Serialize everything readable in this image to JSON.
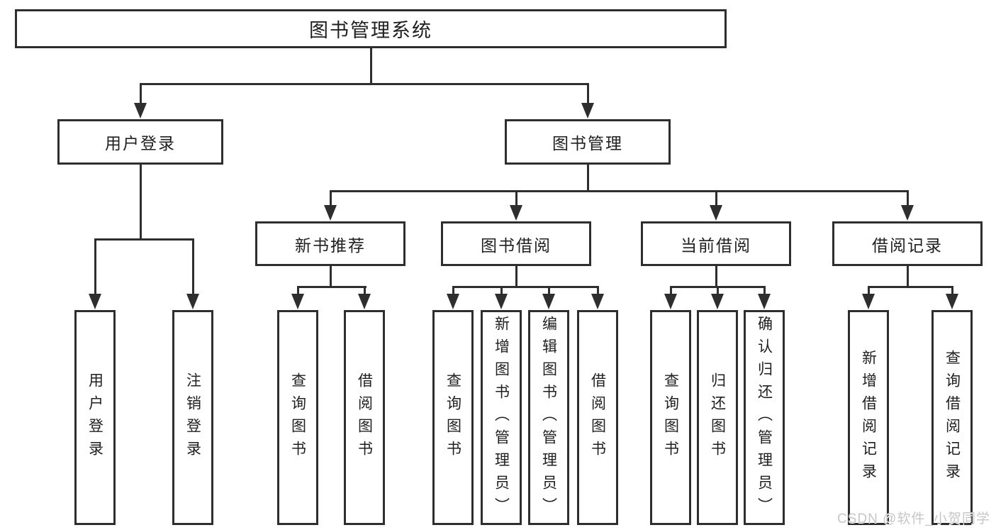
{
  "diagram": {
    "root": {
      "label": "图书管理系统"
    },
    "branches": [
      {
        "label": "用户登录",
        "children": [
          {
            "label": "用户登录"
          },
          {
            "label": "注销登录"
          }
        ]
      },
      {
        "label": "图书管理",
        "children": [
          {
            "label": "新书推荐",
            "children": [
              {
                "label": "查询图书"
              },
              {
                "label": "借阅图书"
              }
            ]
          },
          {
            "label": "图书借阅",
            "children": [
              {
                "label": "查询图书"
              },
              {
                "label": "新增图书（管理员）"
              },
              {
                "label": "编辑图书（管理员）"
              },
              {
                "label": "借阅图书"
              }
            ]
          },
          {
            "label": "当前借阅",
            "children": [
              {
                "label": "查询图书"
              },
              {
                "label": "归还图书"
              },
              {
                "label": "确认归还（管理员）"
              }
            ]
          },
          {
            "label": "借阅记录",
            "children": [
              {
                "label": "新增借阅记录"
              },
              {
                "label": "查询借阅记录"
              }
            ]
          }
        ]
      }
    ],
    "colors": {
      "line": "#2e2e2e",
      "text": "#202020",
      "box_background": "#ffffff",
      "watermark": "#c6c6c6"
    }
  },
  "watermark": {
    "text": "CSDN @软件_小贺同学"
  }
}
